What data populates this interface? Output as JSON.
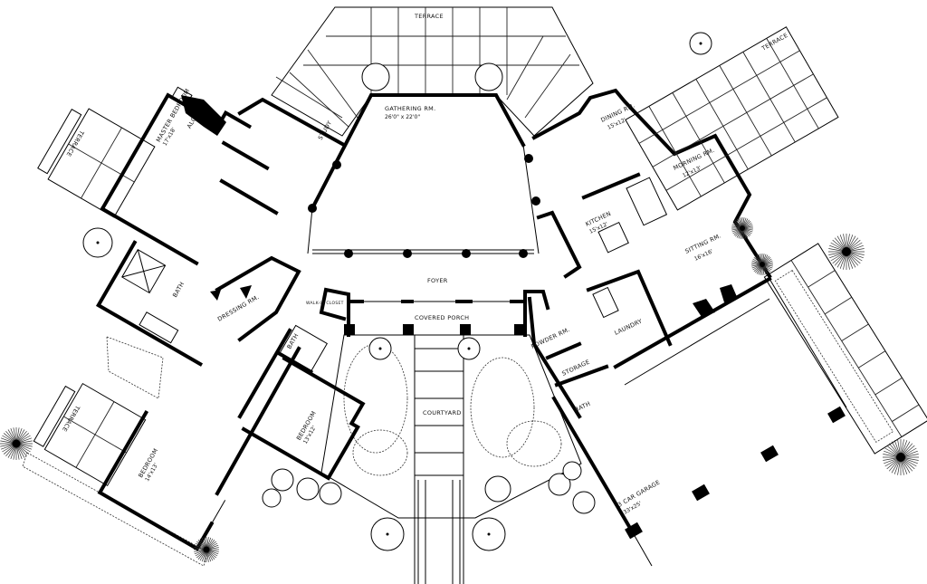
{
  "plan": {
    "rooms": {
      "terrace_top": {
        "label": "TERRACE"
      },
      "gathering": {
        "label": "GATHERING RM.",
        "dim": "26'0\" x 22'0\""
      },
      "dining": {
        "label": "DINING RM.",
        "dim": "15'x12'"
      },
      "morning": {
        "label": "MORNING RM.",
        "dim": "12'x13'"
      },
      "kitchen": {
        "label": "KITCHEN",
        "dim": "15'x12'"
      },
      "sitting": {
        "label": "SITTING RM.",
        "dim": "16'x16'"
      },
      "terrace_right": {
        "label": "TERRACE"
      },
      "master": {
        "label": "MASTER BEDROOM",
        "dim": "17'x18'"
      },
      "alcove": {
        "label": "ALCOVE"
      },
      "study": {
        "label": "STUDY"
      },
      "dressing": {
        "label": "DRESSING RM."
      },
      "master_bath": {
        "label": "BATH"
      },
      "terrace_left_top": {
        "label": "TERRACE"
      },
      "terrace_left_bottom": {
        "label": "TERRACE"
      },
      "foyer": {
        "label": "FOYER"
      },
      "porch": {
        "label": "COVERED PORCH"
      },
      "courtyard": {
        "label": "COURTYARD"
      },
      "walkin": {
        "label": "WALK-IN CLOSET"
      },
      "bath2": {
        "label": "BATH"
      },
      "bedroom1": {
        "label": "BEDROOM",
        "dim": "14'x13'"
      },
      "bedroom2": {
        "label": "BEDROOM",
        "dim": "13'x12'"
      },
      "powder": {
        "label": "POWDER RM."
      },
      "storage": {
        "label": "STORAGE"
      },
      "laundry": {
        "label": "LAUNDRY"
      },
      "bath3": {
        "label": "BATH"
      },
      "garage": {
        "label": "3 CAR GARAGE",
        "dim": "33'x25'"
      }
    }
  }
}
